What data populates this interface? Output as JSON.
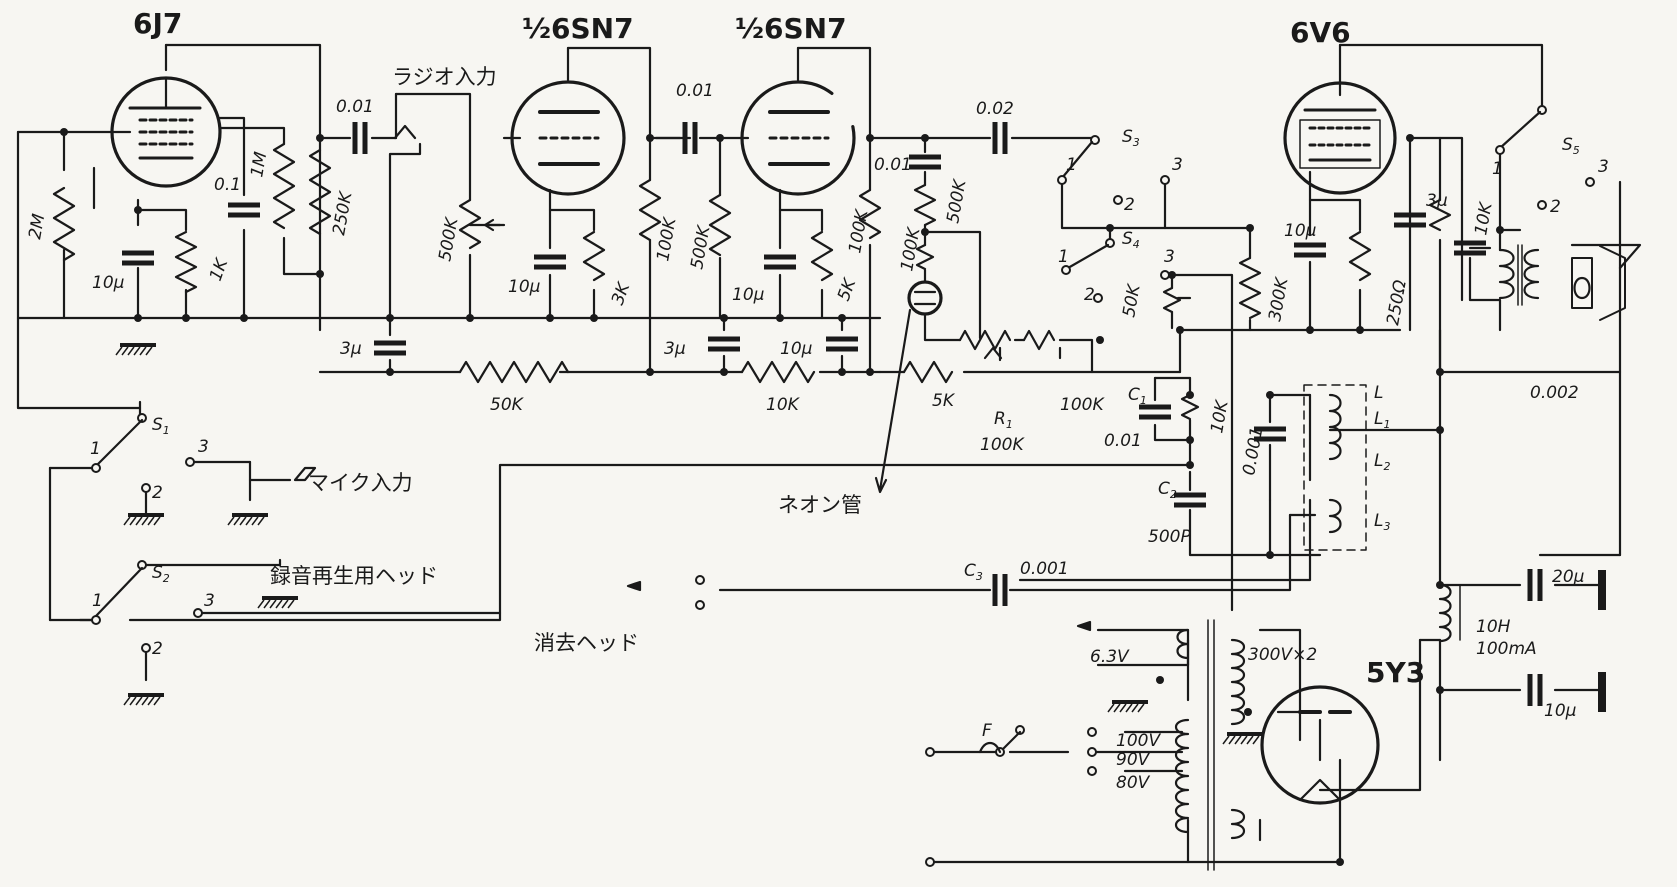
{
  "tubes": {
    "t1": "6J7",
    "t2": "½6SN7",
    "t3": "½6SN7",
    "t4": "6V6",
    "t5": "5Y3"
  },
  "notes": {
    "radio_in": "ラジオ入力",
    "mic_in": "マイク入力",
    "rec_head": "録音再生用ヘッド",
    "erase_head": "消去ヘッド",
    "neon": "ネオン管"
  },
  "values": {
    "c001a": "0.01",
    "c01": "0.1",
    "r1m": "1M",
    "r250k": "250K",
    "r2m": "2M",
    "c10a": "10μ",
    "r1k": "1K",
    "c001b": "0.01",
    "r500ka": "500K",
    "c10b": "10μ",
    "r3k": "3K",
    "r100ka": "100K",
    "r500kb": "500K",
    "c10c": "10μ",
    "r5ka": "5K",
    "r100kb": "100K",
    "c3a": "3μ",
    "c3b": "3μ",
    "c10d": "10μ",
    "r50ka": "50K",
    "r10ka": "10K",
    "c002": "0.02",
    "c001n": "0.01",
    "r500kc": "500K",
    "r100kc": "100K",
    "r5kb": "5K",
    "r100kd": "100K",
    "r1name": "R",
    "r1sub": "1",
    "r1val": "100K",
    "r50kb": "50K",
    "r300k": "300K",
    "c10e": "10μ",
    "r250": "250Ω",
    "c3c": "3μ",
    "r10kb": "10K",
    "c0002": "0.002",
    "c1name": "C",
    "c1sub": "1",
    "c1val": "0.01",
    "r10kc": "10K",
    "c0001a": "0.001",
    "c2name": "C",
    "c2sub": "2",
    "c2val": "500P",
    "c3name": "C",
    "c3sub": "3",
    "c3val": "0.001",
    "lL": "L",
    "lL1": "L",
    "lL1sub": "1",
    "lL2": "L",
    "lL2sub": "2",
    "lL3": "L",
    "lL3sub": "3",
    "c20": "20μ",
    "choke1": "10H",
    "choke2": "100mA",
    "c10f": "10μ",
    "v63": "6.3V",
    "v300": "300V×2",
    "v100": "100V",
    "v90": "90V",
    "v80": "80V",
    "fuse": "F"
  },
  "switches": {
    "s1": "S",
    "s1sub": "1",
    "s2": "S",
    "s2sub": "2",
    "s3": "S",
    "s3sub": "3",
    "s4": "S",
    "s4sub": "4",
    "s5": "S",
    "s5sub": "5",
    "n1a": "1",
    "n1b": "2",
    "n1c": "3",
    "n2a": "1",
    "n2b": "2",
    "n2c": "3",
    "n3a": "1",
    "n3b": "2",
    "n3c": "3",
    "n4a": "1",
    "n4b": "2",
    "n4c": "3",
    "n5a": "1",
    "n5b": "2",
    "n5c": "3"
  }
}
